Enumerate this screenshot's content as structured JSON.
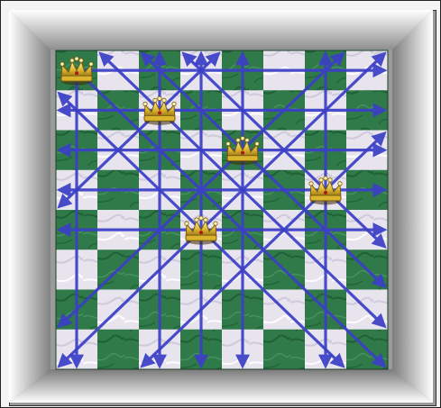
{
  "game": {
    "type": "n-queens",
    "board_size": 8,
    "queens": [
      {
        "row": 0,
        "col": 0
      },
      {
        "row": 1,
        "col": 2
      },
      {
        "row": 2,
        "col": 4
      },
      {
        "row": 3,
        "col": 6
      },
      {
        "row": 4,
        "col": 3
      }
    ]
  },
  "colors": {
    "dark_square": "#2f7a48",
    "dark_square_vein": "#1a5530",
    "light_square": "#e8e4ee",
    "light_square_vein": "#c9c3d6",
    "attack_arrow": "#3b3fc6",
    "crown_gold": "#d9b42c",
    "crown_shadow": "#7a5a10",
    "frame_outer": "#ffffff",
    "frame_inner": "#5a5a5a"
  },
  "icons": {
    "piece": "queen-crown-icon",
    "attack": "attack-arrow-icon"
  }
}
